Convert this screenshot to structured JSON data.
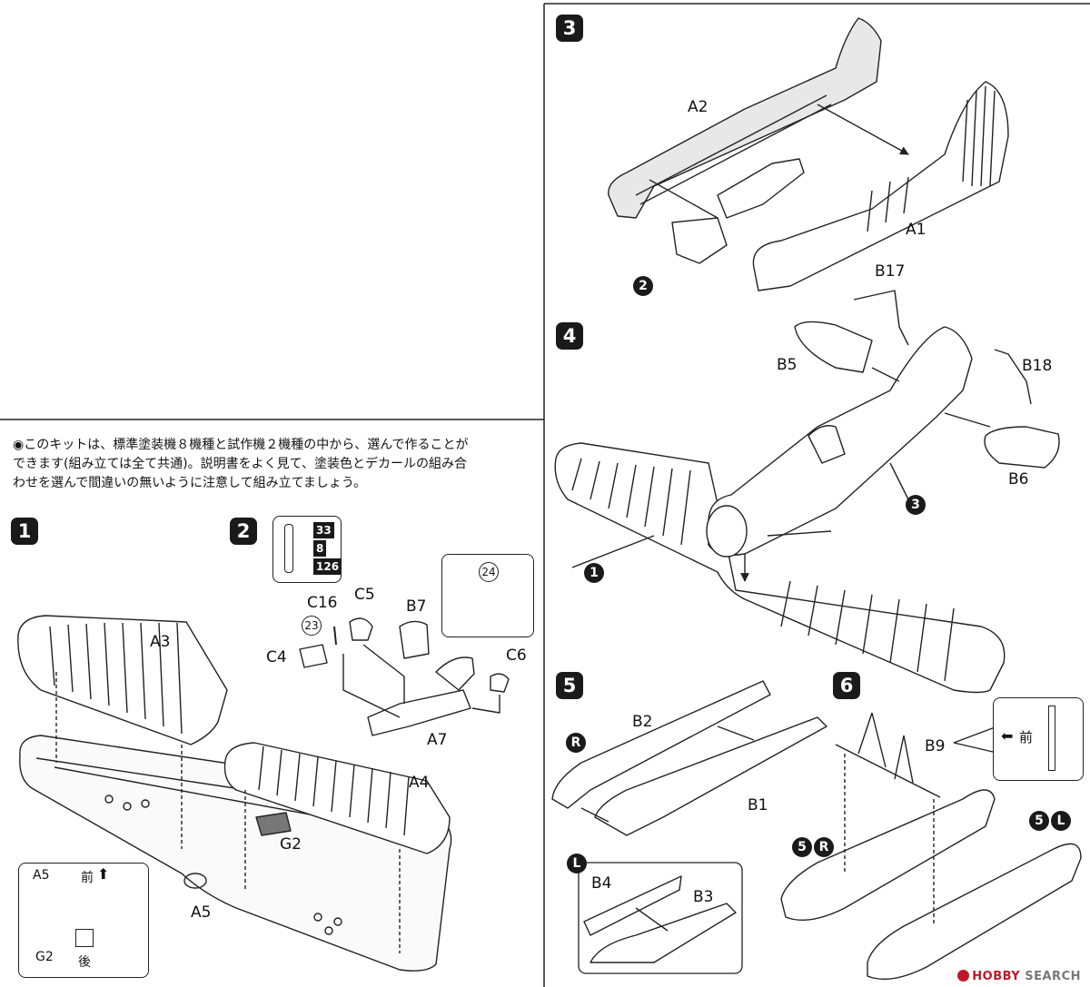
{
  "note_lines": [
    "◉このキットは、標準塗装機８機種と試作機２機種の中から、選んで作ることが",
    "できます(組み立ては全て共通)。説明書をよく見て、塗装色とデカールの組み合",
    "わせを選んで間違いの無いように注意して組み立てましょう。"
  ],
  "steps": {
    "s1": {
      "badge": "1",
      "parts": [
        "A3",
        "A4",
        "A5",
        "G2"
      ],
      "inset": {
        "label": "A5",
        "front": "前",
        "rear": "後",
        "part": "G2"
      }
    },
    "s2": {
      "badge": "2",
      "paints": [
        "33",
        "8",
        "126"
      ],
      "parts": [
        "C16",
        "C5",
        "B7",
        "C4",
        "C6",
        "A7"
      ],
      "refs": [
        "23",
        "24"
      ]
    },
    "s3": {
      "badge": "3",
      "parts": [
        "A2",
        "A1"
      ],
      "ref": "2"
    },
    "s4": {
      "badge": "4",
      "parts": [
        "B17",
        "B5",
        "B18",
        "B6"
      ],
      "refs": [
        "3",
        "1"
      ]
    },
    "s5": {
      "badge": "5",
      "r": "R",
      "l": "L",
      "parts": [
        "B2",
        "B1",
        "B4",
        "B3"
      ]
    },
    "s6": {
      "badge": "6",
      "parts": [
        "B9"
      ],
      "front": "前",
      "ref_num": "5",
      "r": "R",
      "l": "L"
    }
  },
  "watermark": {
    "part1": "HOBBY",
    "part2": "SEARCH"
  }
}
